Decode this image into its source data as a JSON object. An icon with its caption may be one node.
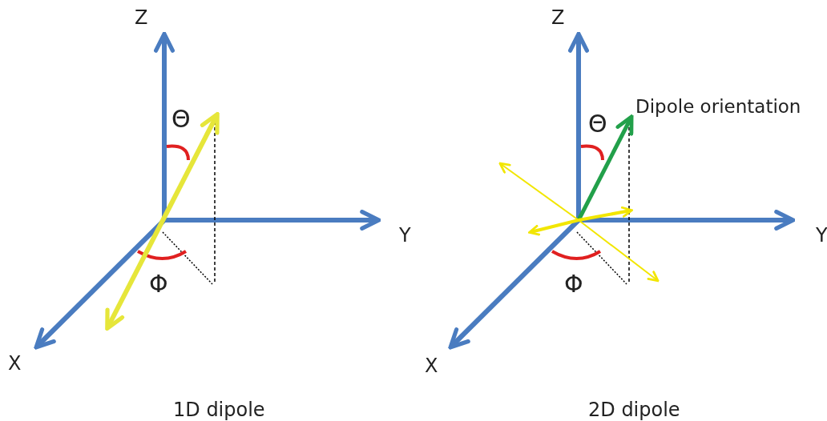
{
  "diagram": {
    "labels": [
      "Z",
      "Θ",
      "Y",
      "Φ",
      "X",
      "1D dipole",
      "Z",
      "Θ",
      "Dipole orientation",
      "Y",
      "Φ",
      "X",
      "2D dipole"
    ]
  }
}
